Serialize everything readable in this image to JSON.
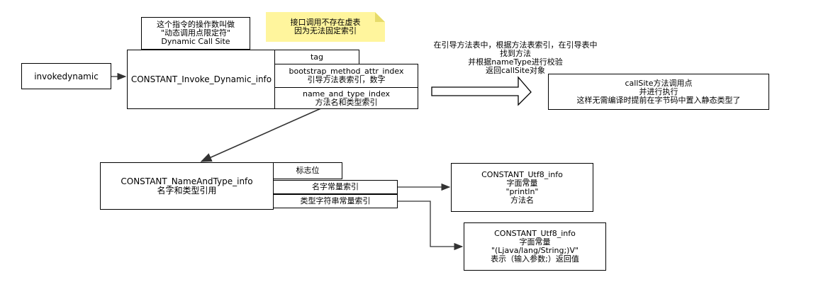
{
  "operand_note": {
    "line1": "这个指令的操作数叫做",
    "line2": "\"动态调用点限定符\"",
    "line3": "Dynamic Call Site"
  },
  "sticky_note": {
    "line1": "接口调用不存在虚表",
    "line2": "因为无法固定索引"
  },
  "invokedynamic": {
    "label": "invokedynamic"
  },
  "invoke_dynamic_info": {
    "title": "CONSTANT_Invoke_Dynamic_info",
    "fields": {
      "tag": "tag",
      "bootstrap": "bootstrap_method_attr_index",
      "bootstrap_desc": "引导方法表索引，数字",
      "name_and_type": "name_and_type_index",
      "name_and_type_desc": "方法名和类型索引"
    }
  },
  "bootstrap_text": {
    "line1": "在引导方法表中，根据方法表索引，在引导表中",
    "line2": "找到方法",
    "line3": "并根据nameType进行校验",
    "line4": "返回callSite对象"
  },
  "callsite": {
    "line1": "callSite方法调用点",
    "line2": "并进行执行",
    "line3": "这样无需编译时提前在字节码中置入静态类型了"
  },
  "name_and_type_info": {
    "title": "CONSTANT_NameAndType_info",
    "subtitle": "名字和类型引用",
    "fields": {
      "flag": "标志位",
      "name_index": "名字常量索引",
      "descriptor_index": "类型字符串常量索引"
    }
  },
  "utf8_println": {
    "title": "CONSTANT_Utf8_info",
    "line2": "字面常量",
    "line3": "\"println\"",
    "line4": "方法名"
  },
  "utf8_descriptor": {
    "title": "CONSTANT_Utf8_info",
    "line2": "字面常量",
    "line3": "\"(Ljava/lang/String;)V\"",
    "line4": "表示（输入参数;）返回值"
  },
  "colors": {
    "line": "#333333",
    "sticky_fill": "#fff59d",
    "box_border": "#000000"
  }
}
